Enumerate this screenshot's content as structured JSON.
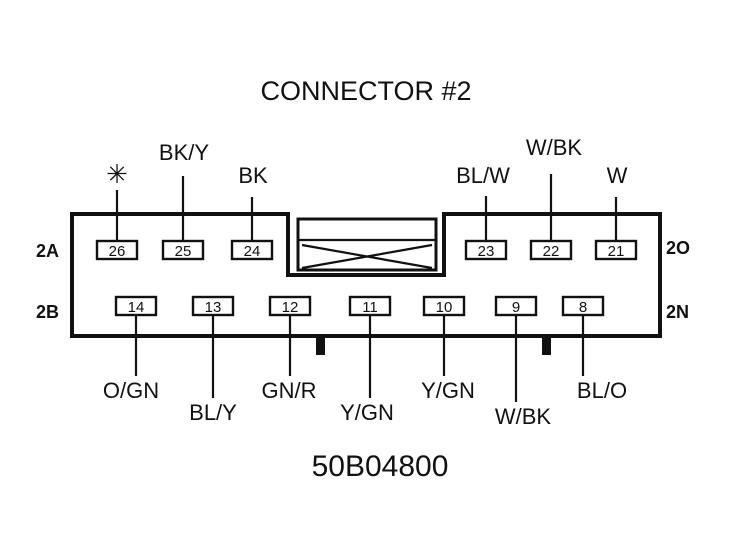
{
  "title": "CONNECTOR #2",
  "part_number": "50B04800",
  "row_labels": {
    "top_left": "2A",
    "bottom_left": "2B",
    "top_right": "2O",
    "bottom_right": "2N"
  },
  "special_marker": "✳",
  "colors": {
    "ink": "#111111",
    "background": "#ffffff"
  },
  "top_row_pins": [
    {
      "number": "26",
      "wire": "✳"
    },
    {
      "number": "25",
      "wire": "BK/Y"
    },
    {
      "number": "24",
      "wire": "BK"
    },
    {
      "number": "23",
      "wire": "BL/W"
    },
    {
      "number": "22",
      "wire": "W/BK"
    },
    {
      "number": "21",
      "wire": "W"
    }
  ],
  "bottom_row_pins": [
    {
      "number": "14",
      "wire": "O/GN"
    },
    {
      "number": "13",
      "wire": "BL/Y"
    },
    {
      "number": "12",
      "wire": "GN/R"
    },
    {
      "number": "11",
      "wire": "Y/GN"
    },
    {
      "number": "10",
      "wire": "Y/GN"
    },
    {
      "number": "9",
      "wire": "W/BK"
    },
    {
      "number": "8",
      "wire": "BL/O"
    }
  ]
}
